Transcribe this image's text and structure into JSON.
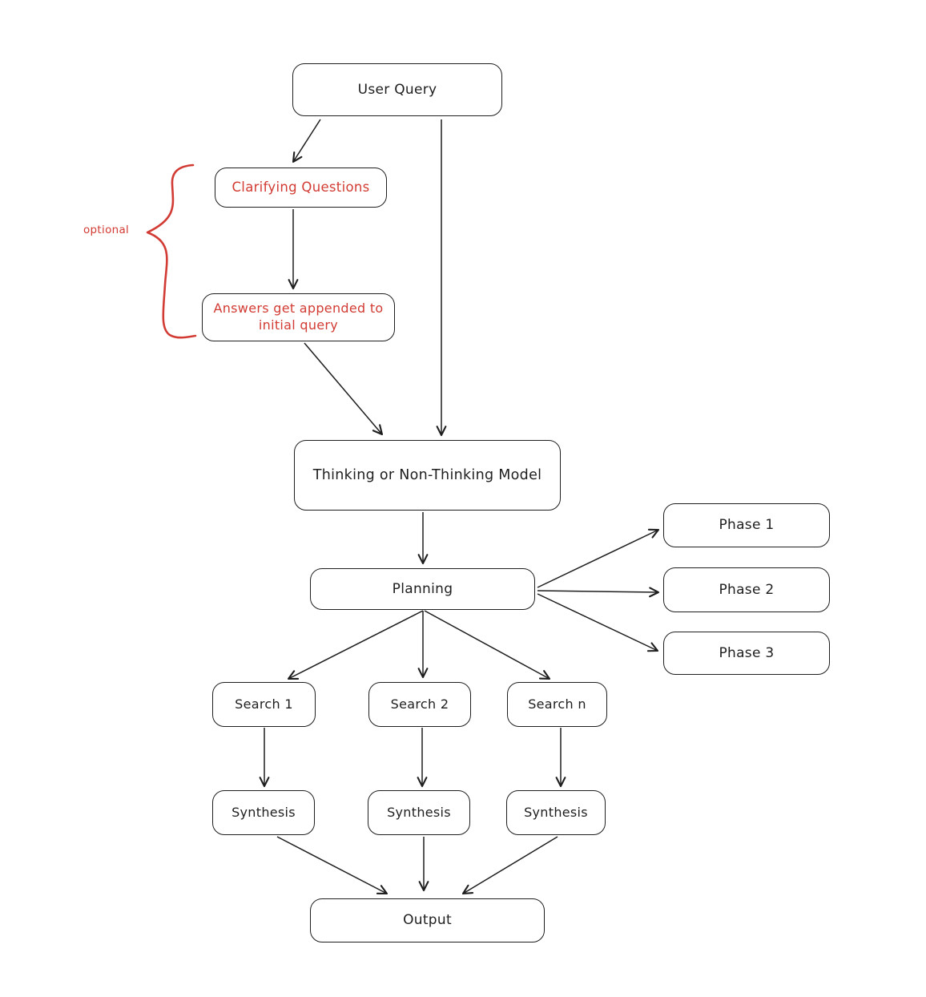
{
  "canvas": {
    "background": "#ffffff"
  },
  "colors": {
    "stroke": "#1e1e1e",
    "accent_red": "#d23b33",
    "background": "#ffffff"
  },
  "nodes": {
    "user_query": {
      "label": "User Query"
    },
    "clarifying_questions": {
      "label": "Clarifying Questions",
      "text_color": "#d23b33"
    },
    "answers_appended": {
      "label": "Answers get appended to initial query",
      "text_color": "#d23b33"
    },
    "thinking_model": {
      "label": "Thinking or Non-Thinking Model"
    },
    "planning": {
      "label": "Planning"
    },
    "phase_1": {
      "label": "Phase 1"
    },
    "phase_2": {
      "label": "Phase 2"
    },
    "phase_3": {
      "label": "Phase 3"
    },
    "search_1": {
      "label": "Search 1"
    },
    "search_2": {
      "label": "Search 2"
    },
    "search_n": {
      "label": "Search n"
    },
    "synthesis_1": {
      "label": "Synthesis"
    },
    "synthesis_2": {
      "label": "Synthesis"
    },
    "synthesis_3": {
      "label": "Synthesis"
    },
    "output": {
      "label": "Output"
    }
  },
  "annotations": {
    "optional_label": "optional",
    "optional_brace": "curly brace grouping Clarifying Questions and Answers appended steps"
  },
  "edges": [
    {
      "from": "user_query",
      "to": "clarifying_questions"
    },
    {
      "from": "user_query",
      "to": "thinking_model"
    },
    {
      "from": "clarifying_questions",
      "to": "answers_appended"
    },
    {
      "from": "answers_appended",
      "to": "thinking_model"
    },
    {
      "from": "thinking_model",
      "to": "planning"
    },
    {
      "from": "planning",
      "to": "phase_1"
    },
    {
      "from": "planning",
      "to": "phase_2"
    },
    {
      "from": "planning",
      "to": "phase_3"
    },
    {
      "from": "planning",
      "to": "search_1"
    },
    {
      "from": "planning",
      "to": "search_2"
    },
    {
      "from": "planning",
      "to": "search_n"
    },
    {
      "from": "search_1",
      "to": "synthesis_1"
    },
    {
      "from": "search_2",
      "to": "synthesis_2"
    },
    {
      "from": "search_n",
      "to": "synthesis_3"
    },
    {
      "from": "synthesis_1",
      "to": "output"
    },
    {
      "from": "synthesis_2",
      "to": "output"
    },
    {
      "from": "synthesis_3",
      "to": "output"
    }
  ]
}
